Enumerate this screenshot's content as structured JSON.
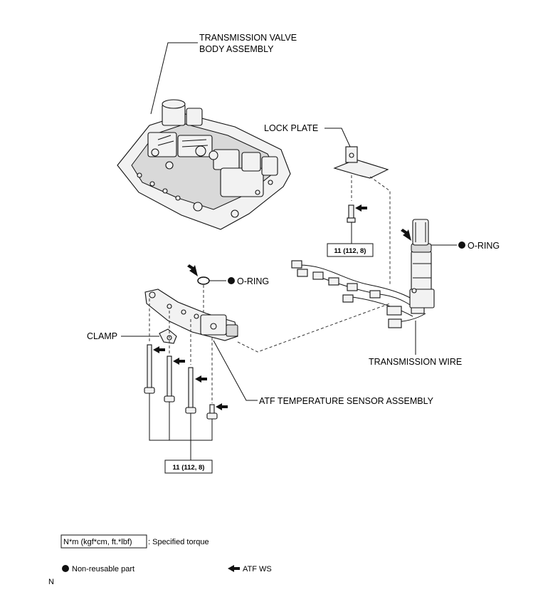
{
  "labels": {
    "valve_body_line1": "TRANSMISSION VALVE",
    "valve_body_line2": "BODY ASSEMBLY",
    "lock_plate": "LOCK PLATE",
    "o_ring_wire": "O-RING",
    "o_ring_sensor": "O-RING",
    "clamp": "CLAMP",
    "transmission_wire": "TRANSMISSION WIRE",
    "atf_sensor": "ATF TEMPERATURE SENSOR ASSEMBLY"
  },
  "torque": {
    "lock_plate_bolt": "11 (112, 8)",
    "sensor_bolts": "11 (112, 8)"
  },
  "legend": {
    "torque_box": "N*m (kgf*cm, ft.*lbf)",
    "torque_text": ": Specified torque",
    "non_reusable": "Non-reusable part",
    "atf_ws": "ATF WS"
  },
  "corner_mark": "N",
  "icons": [
    "non-reusable-dot-icon",
    "atf-ws-arrow-icon"
  ]
}
